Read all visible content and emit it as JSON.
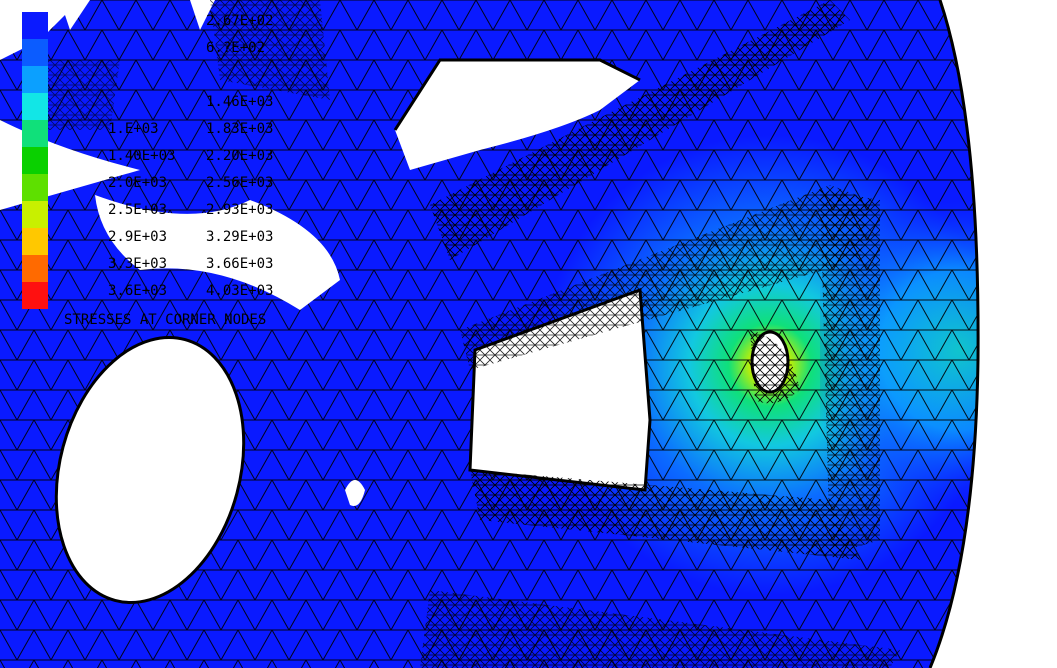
{
  "legend": {
    "colors": [
      "#0a1aff",
      "#0b5cff",
      "#0ba0ff",
      "#12e6e6",
      "#10e07a",
      "#0ad000",
      "#5ee000",
      "#c8f000",
      "#ffc800",
      "#ff6a00",
      "#ff1010"
    ],
    "rows": [
      {
        "left": "",
        "right": "2.67E+02"
      },
      {
        "left": "",
        "right": "6.?E+02"
      },
      {
        "left": "",
        "right": ""
      },
      {
        "left": "",
        "right": "1.46E+03"
      },
      {
        "left": "1.E+03",
        "right": "1.83E+03"
      },
      {
        "left": "1.40E+03",
        "right": "2.20E+03"
      },
      {
        "left": "2.0E+03",
        "right": "2.56E+03"
      },
      {
        "left": "2.5E+03",
        "right": "2.93E+03"
      },
      {
        "left": "2.9E+03",
        "right": "3.29E+03"
      },
      {
        "left": "3.3E+03",
        "right": "3.66E+03"
      },
      {
        "left": "3.6E+03",
        "right": "4.03E+03"
      }
    ],
    "caption": "STRESSES AT CORNER NODES"
  }
}
